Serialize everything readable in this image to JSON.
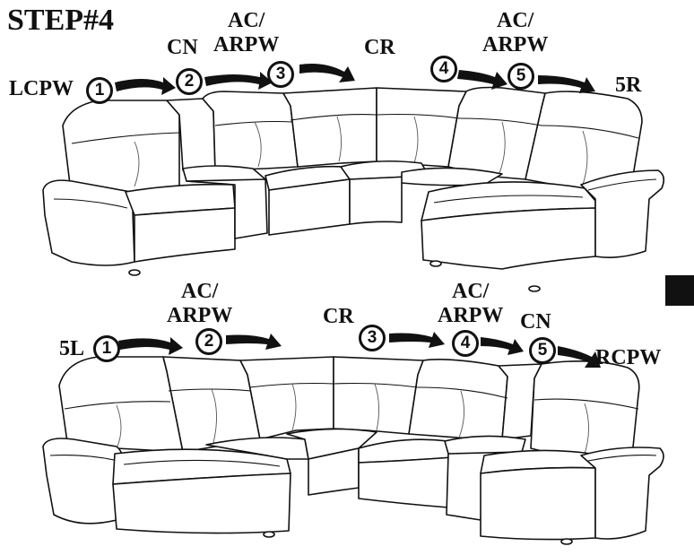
{
  "title": "STEP#4",
  "top": {
    "labels": {
      "lcpw": "LCPW",
      "cn": "CN",
      "ac1": [
        "AC/",
        "ARPW"
      ],
      "cr": "CR",
      "ac2": [
        "AC/",
        "ARPW"
      ],
      "end": "5R"
    },
    "numbers": [
      "1",
      "2",
      "3",
      "4",
      "5"
    ]
  },
  "bottom": {
    "labels": {
      "start": "5L",
      "ac1": [
        "AC/",
        "ARPW"
      ],
      "cr": "CR",
      "ac2": [
        "AC/",
        "ARPW"
      ],
      "cn": "CN",
      "rcpw": "RCPW"
    },
    "numbers": [
      "1",
      "2",
      "3",
      "4",
      "5"
    ]
  },
  "marker_color": "#111111"
}
